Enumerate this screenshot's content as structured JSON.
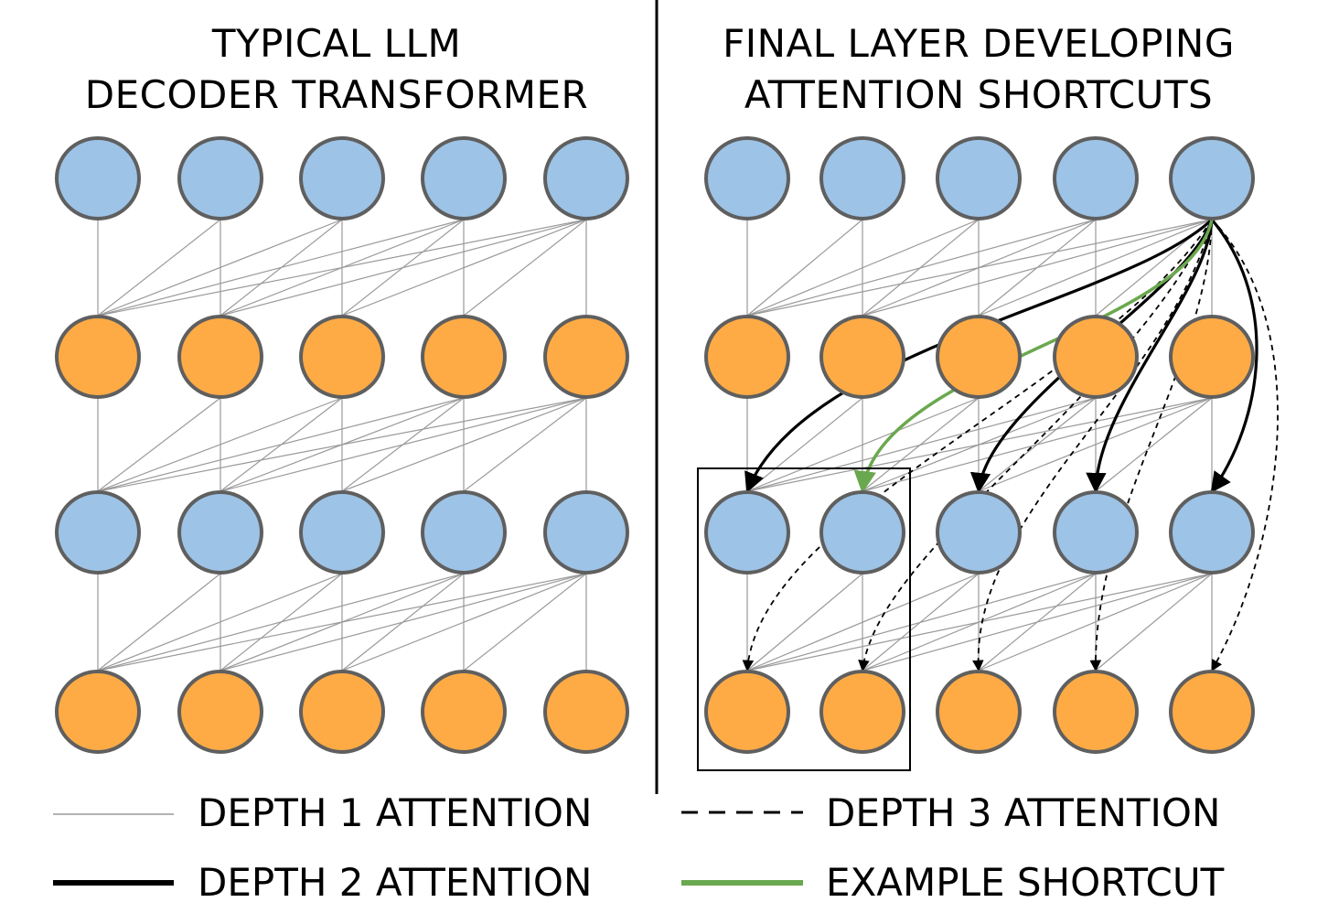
{
  "panels": {
    "left": {
      "title_line1": "TYPICAL LLM",
      "title_line2": "DECODER TRANSFORMER"
    },
    "right": {
      "title_line1": "FINAL LAYER DEVELOPING",
      "title_line2": "ATTENTION SHORTCUTS"
    }
  },
  "legend": {
    "depth1": "DEPTH 1 ATTENTION",
    "depth2": "DEPTH 2 ATTENTION",
    "depth3": "DEPTH 3 ATTENTION",
    "shortcut": "EXAMPLE SHORTCUT"
  },
  "colors": {
    "blue_node": "#9dc3e6",
    "orange_node": "#ffab45",
    "node_stroke": "#5f5f5f",
    "depth1_line": "#9a9a9a",
    "depth2_line": "#000000",
    "depth3_line": "#000000",
    "shortcut_line": "#6aa84f"
  },
  "diagram": {
    "layers": [
      "blue",
      "orange",
      "blue",
      "orange"
    ],
    "tokens_per_layer": 5
  }
}
